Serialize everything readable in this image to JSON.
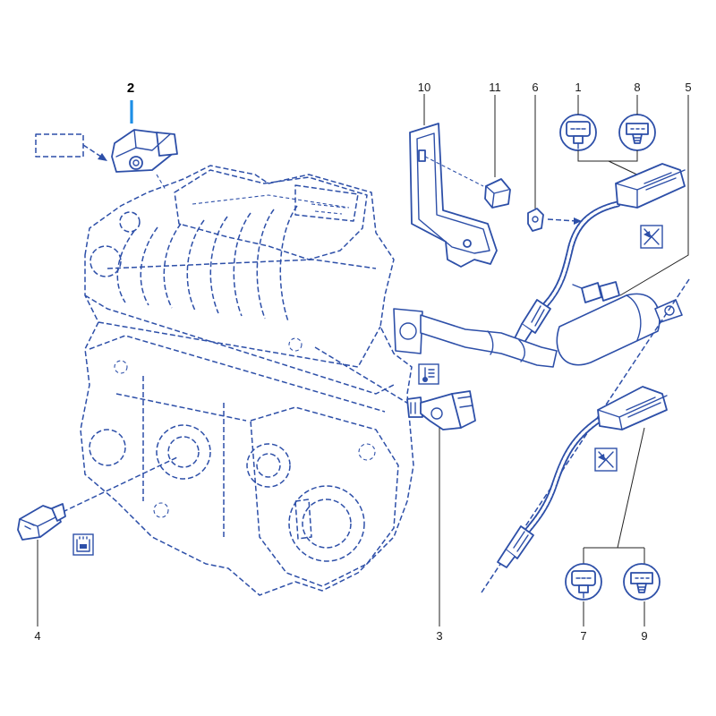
{
  "diagram": {
    "callouts": [
      {
        "label": "1",
        "selected": false
      },
      {
        "label": "2",
        "selected": true
      },
      {
        "label": "3",
        "selected": false
      },
      {
        "label": "4",
        "selected": false
      },
      {
        "label": "5",
        "selected": false
      },
      {
        "label": "6",
        "selected": false
      },
      {
        "label": "7",
        "selected": false
      },
      {
        "label": "8",
        "selected": false
      },
      {
        "label": "9",
        "selected": false
      },
      {
        "label": "10",
        "selected": false
      },
      {
        "label": "11",
        "selected": false
      }
    ],
    "icons": {
      "part_2_reference": "dashed-reference-box-icon",
      "part_3_symbol": "temperature-sensor-icon",
      "part_4_symbol": "knock-sensor-icon",
      "upstream_connector_symbol": "disconnect-tool-icon",
      "downstream_connector_symbol": "disconnect-tool-icon",
      "part_1_detail": "connector-detail-icon",
      "part_8_detail": "connector-detail-icon",
      "part_7_detail": "connector-detail-icon",
      "part_9_detail": "connector-detail-icon"
    },
    "colors": {
      "parts_line": "#2d4fa8",
      "callout_line": "#222222",
      "selected_callout": "#1e8fe6",
      "background": "#ffffff"
    }
  }
}
